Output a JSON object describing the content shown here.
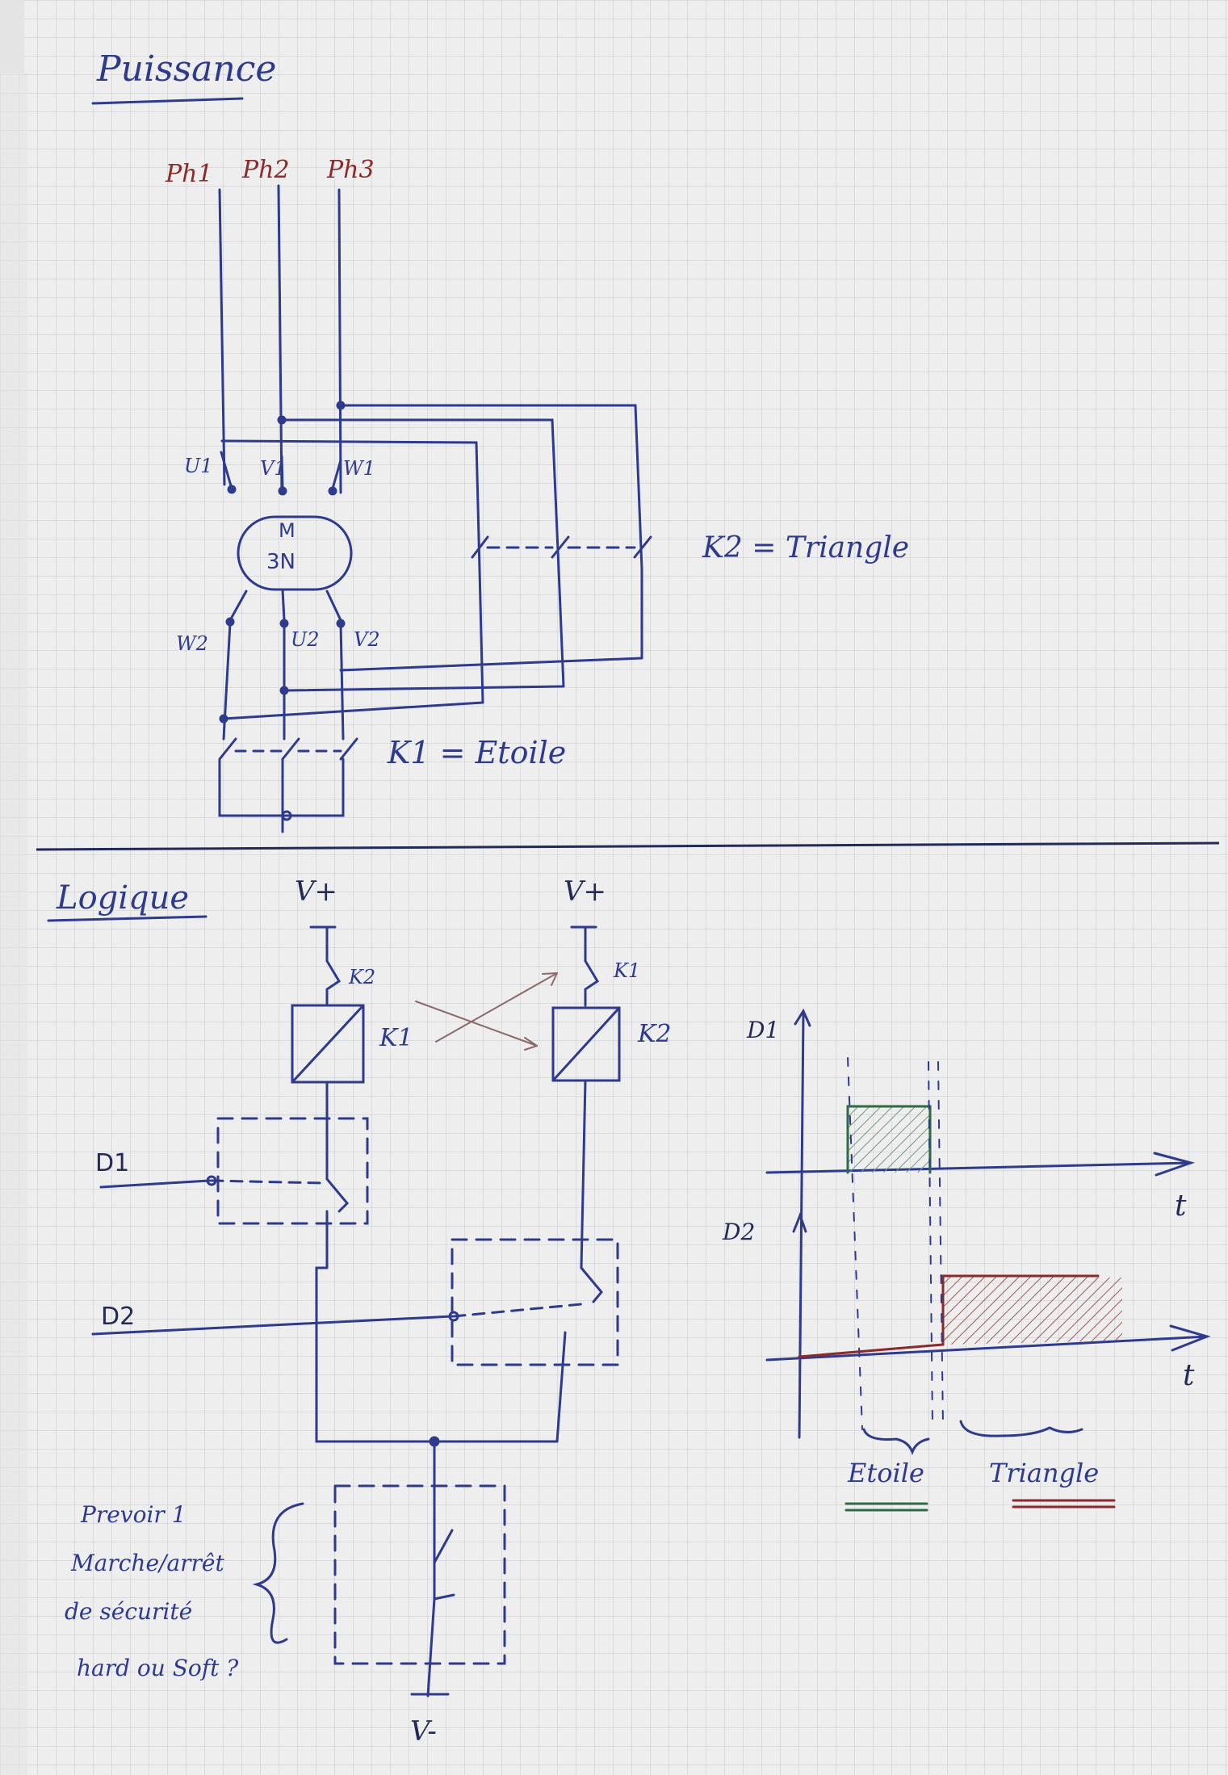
{
  "colors": {
    "paper": "#eeeeee",
    "grid": "#c4c8d0",
    "ink_blue": "#2e3a8c",
    "ink_red": "#8a2a2a",
    "ink_dark": "#222a55",
    "ink_green": "#2f6a45",
    "hatch_green": "#6f9a80",
    "hatch_red": "#9a5a5a"
  },
  "puissance": {
    "title": "Puissance",
    "phases": [
      "Ph1",
      "Ph2",
      "Ph3"
    ],
    "motor_line1": "M",
    "motor_line2": "3N",
    "terminals_top": [
      "U1",
      "V1",
      "W1"
    ],
    "terminals_bottom": [
      "W2",
      "U2",
      "V2"
    ],
    "k2_label": "K2 = Triangle",
    "k1_label": "K1 = Etoile"
  },
  "logique": {
    "title": "Logique",
    "v_plus": "V+",
    "v_minus": "V-",
    "interlock_k2": "K2",
    "interlock_k1": "K1",
    "coil_k1": "K1",
    "coil_k2": "K2",
    "d1": "D1",
    "d2": "D2",
    "note_lines": [
      "Prevoir 1",
      "Marche/arrêt",
      "de sécurité",
      "hard ou Soft ?"
    ]
  },
  "timing": {
    "d1_label": "D1",
    "d2_label": "D2",
    "t_label": "t",
    "etoile": "Etoile",
    "triangle": "Triangle"
  }
}
